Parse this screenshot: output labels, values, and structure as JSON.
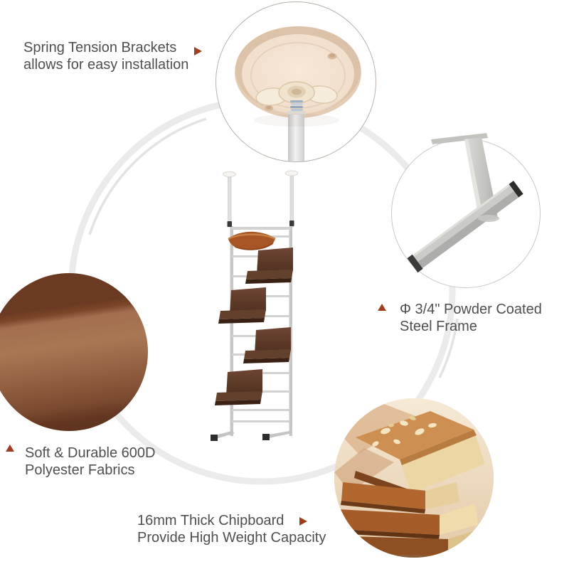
{
  "colors": {
    "background": "#ffffff",
    "ring": "#ebebeb",
    "text": "#4f4f4f",
    "marker": "#9e3f20"
  },
  "callouts": {
    "spring": {
      "line1": "Spring Tension Brackets",
      "line2": "allows for easy installation",
      "marker": "triangle-right"
    },
    "steel": {
      "line1": "Φ 3/4\" Powder Coated",
      "line2": "Steel Frame",
      "marker": "triangle-up"
    },
    "fabric": {
      "line1": "Soft & Durable 600D",
      "line2": "Polyester Fabrics",
      "marker": "triangle-up"
    },
    "chipboard": {
      "line1": "16mm Thick Chipboard",
      "line2": "Provide High Weight Capacity",
      "marker": "triangle-right"
    }
  },
  "images": {
    "top_circle": "ceiling spring-tension bracket plate seen from below with wing nut, spring and pole",
    "right_circle": "powder coated steel frame T-shaped foot",
    "left_circle": "brown 600D polyester fabric close-up",
    "bottom_circle": "stacked chipboard lumber with wood shavings",
    "center": "floor-to-ceiling tension pole ladder shelf with hammock and four brown platforms"
  }
}
